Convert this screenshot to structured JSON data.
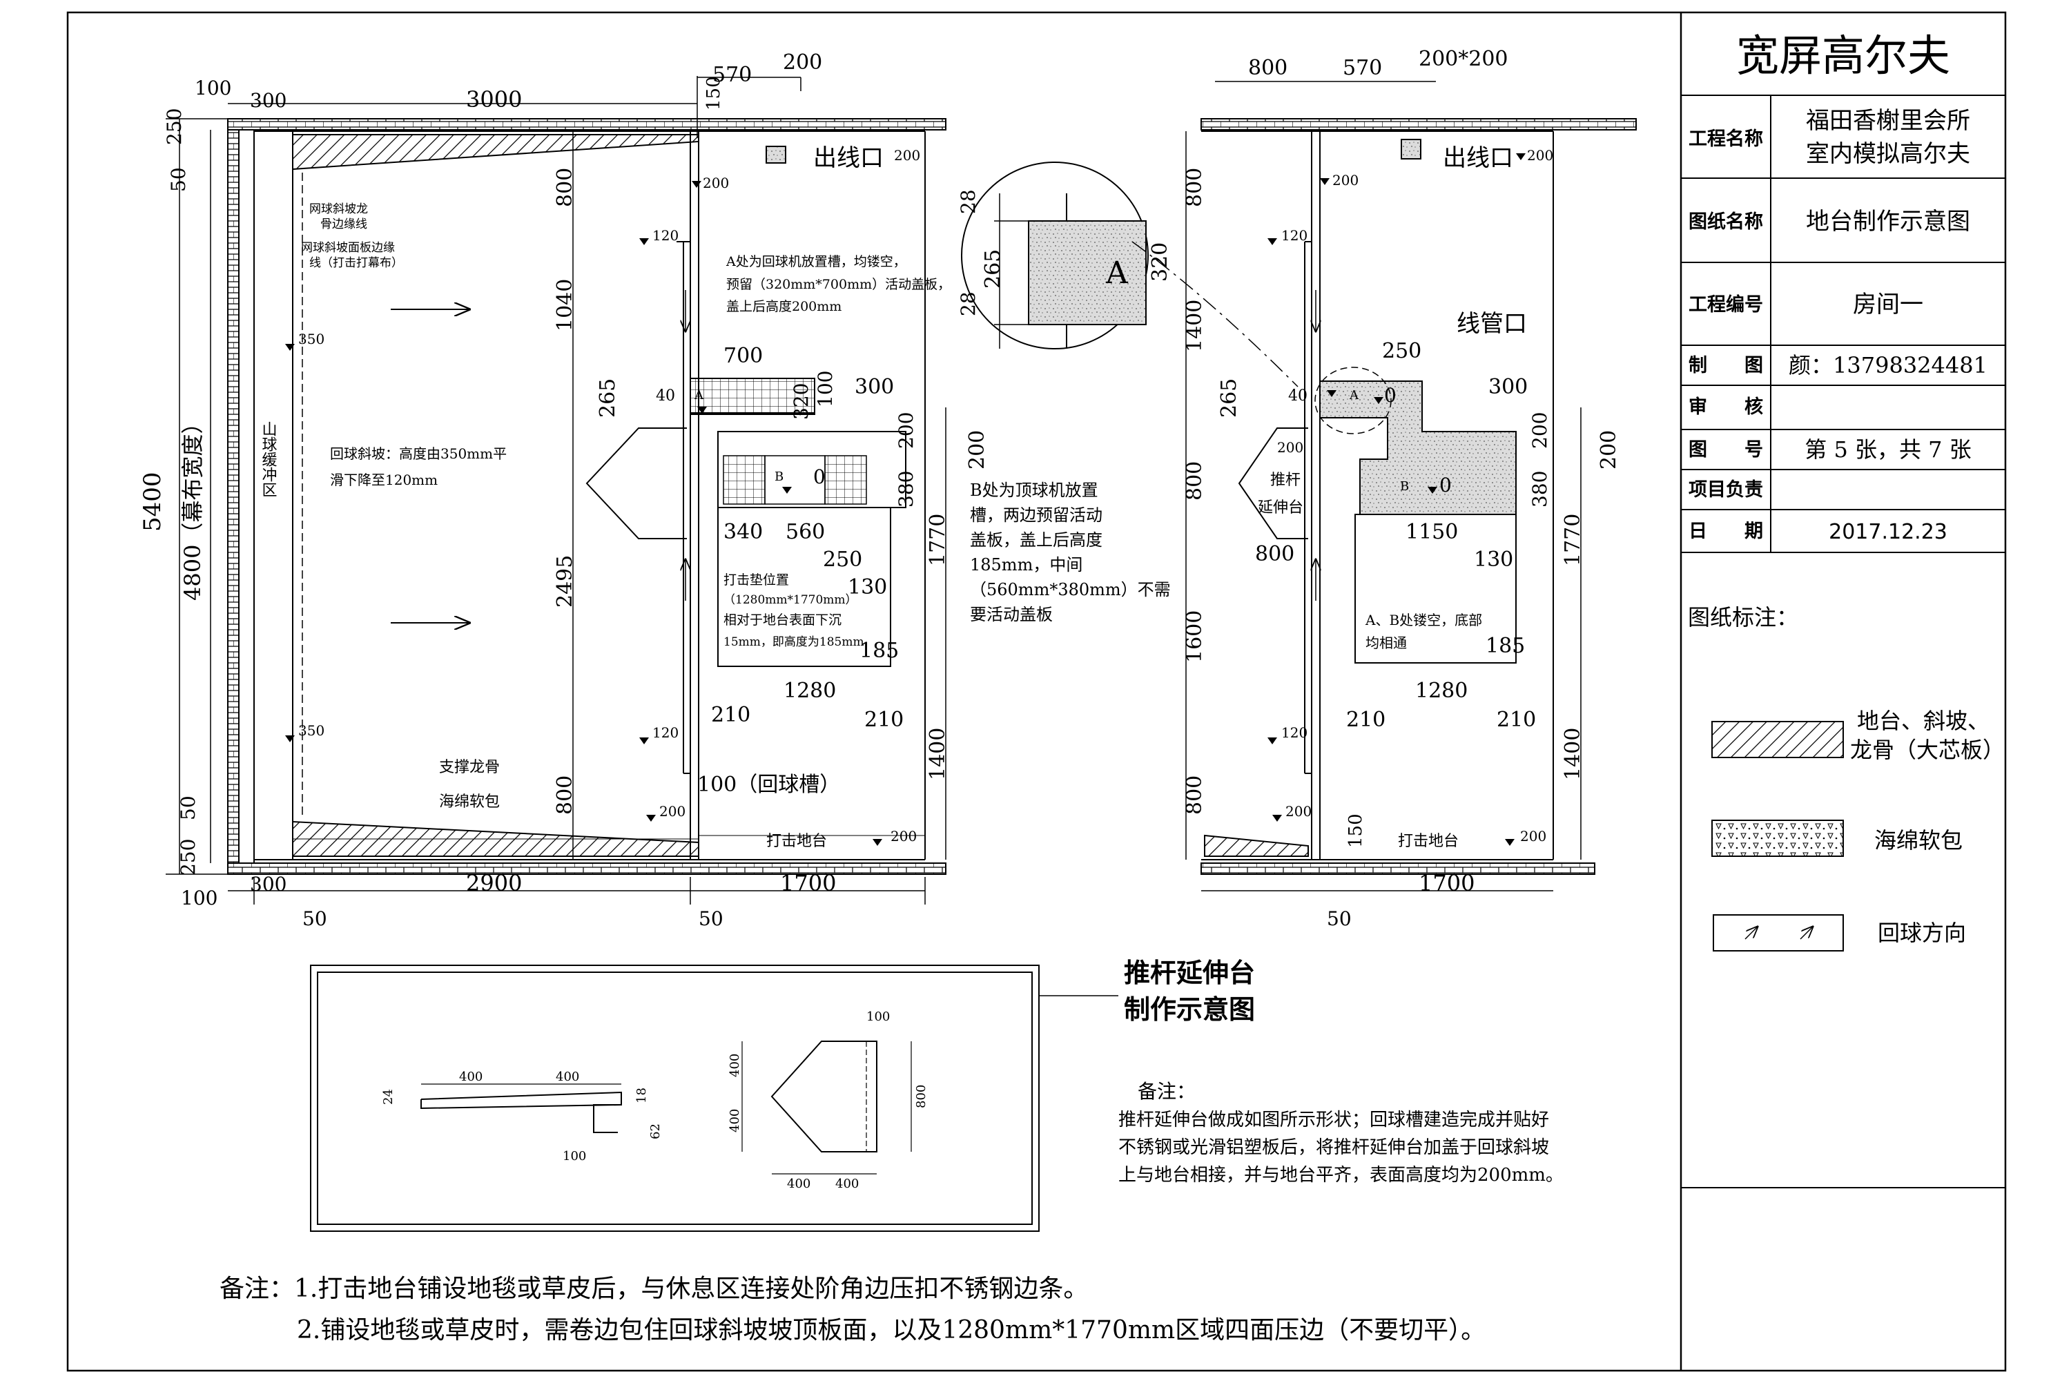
{
  "title_block": {
    "company": "宽屏高尔夫",
    "rows": [
      {
        "label": "工程名称",
        "value": "福田香榭里会所",
        "value2": "室内模拟高尔夫"
      },
      {
        "label": "图纸名称",
        "value": "地台制作示意图"
      },
      {
        "label": "工程编号",
        "value": "房间一"
      },
      {
        "label": "制　　图",
        "value": "颜：13798324481"
      },
      {
        "label": "审　　核",
        "value": ""
      },
      {
        "label": "图　　号",
        "value": "第 5 张，共 7 张"
      },
      {
        "label": "项目负责",
        "value": ""
      },
      {
        "label": "日　　期",
        "value": "2017.12.23"
      }
    ],
    "legend_title": "图纸标注：",
    "legend": [
      {
        "label": "地台、斜坡、",
        "label2": "龙骨（大芯板）"
      },
      {
        "label": "海绵软包"
      },
      {
        "label": "回球方向"
      }
    ]
  },
  "left_plan": {
    "dims_top": [
      "100",
      "300",
      "3000",
      "570",
      "200",
      "150"
    ],
    "dims_left": [
      "250",
      "50",
      "5400",
      "4800（幕布宽度）",
      "50",
      "250"
    ],
    "dims_bottom": [
      "300",
      "2900",
      "1700",
      "100",
      "50",
      "50"
    ],
    "dims_mid": [
      "800",
      "1040",
      "265",
      "2495",
      "800"
    ],
    "dims_right": [
      "200",
      "1770",
      "1400"
    ],
    "inner_dims": [
      "700",
      "320",
      "100",
      "300",
      "200",
      "380",
      "340",
      "560",
      "250",
      "130",
      "185",
      "1280",
      "210",
      "210",
      "40",
      "100（回球槽）"
    ],
    "heights": [
      "200",
      "200",
      "120",
      "350",
      "350",
      "120",
      "200",
      "200",
      "40"
    ],
    "labels": {
      "outlet": "出线口",
      "net_edge_1": "网球斜坡龙",
      "net_edge_2": "骨边缘线",
      "net_edge_3": "网球斜坡面板边缘",
      "net_edge_4": "线（打击打幕布）",
      "buffer": "山球缓冲区",
      "slope_1": "回球斜坡：高度由350mm平",
      "slope_2": "滑下降至120mm",
      "a_desc_1": "A处为回球机放置槽，均镂空，",
      "a_desc_2": "预留（320mm*700mm）活动盖板，",
      "a_desc_3": "盖上后高度200mm",
      "hit_1": "打击垫位置",
      "hit_2": "（1280mm*1770mm）",
      "hit_3": "相对于地台表面下沉",
      "hit_4": "15mm，即高度为185mm",
      "support": "支撑龙骨",
      "sponge": "海绵软包",
      "hit_platform": "打击地台",
      "a": "A",
      "b": "B",
      "zero": "0"
    },
    "b_desc": [
      "B处为顶球机放置",
      "槽，两边预留活动",
      "盖板，盖上后高度",
      "185mm，中间",
      "（560mm*380mm）不需",
      "要活动盖板"
    ]
  },
  "detail": {
    "dims": [
      "28",
      "265",
      "28",
      "320"
    ],
    "label": "A"
  },
  "right_plan": {
    "dims_top": [
      "800",
      "570",
      "200*200"
    ],
    "dims_left": [
      "800",
      "1400",
      "265",
      "800",
      "1600",
      "800"
    ],
    "dims_right": [
      "200",
      "1770",
      "1400"
    ],
    "inner_dims": [
      "250",
      "300",
      "200",
      "380",
      "1150",
      "130",
      "800",
      "185",
      "1280",
      "210",
      "210",
      "150",
      "1700",
      "50",
      "40"
    ],
    "heights": [
      "200",
      "200",
      "120",
      "200",
      "120",
      "200",
      "200"
    ],
    "labels": {
      "outlet": "出线口",
      "pipe": "线管口",
      "putt_1": "推杆",
      "putt_2": "延伸台",
      "ab_1": "A、B处镂空，底部",
      "ab_2": "均相通",
      "hit_platform": "打击地台",
      "a": "A",
      "b": "B",
      "zero": "0"
    }
  },
  "extension": {
    "title_1": "推杆延伸台",
    "title_2": "制作示意图",
    "side_dims": [
      "400",
      "400",
      "24",
      "18",
      "62",
      "100"
    ],
    "plan_dims": [
      "100",
      "400",
      "400",
      "800",
      "400",
      "400"
    ],
    "note_head": "备注：",
    "note_lines": [
      "推杆延伸台做成如图所示形状；回球槽建造完成并贴好",
      "不锈钢或光滑铝塑板后，将推杆延伸台加盖于回球斜坡",
      "上与地台相接，并与地台平齐，表面高度均为200mm。"
    ]
  },
  "notes": {
    "line1": "备注：1.打击地台铺设地毯或草皮后，与休息区连接处阶角边压扣不锈钢边条。",
    "line2": "2.铺设地毯或草皮时，需卷边包住回球斜坡坡顶板面，以及1280mm*1770mm区域四面压边（不要切平）。"
  }
}
